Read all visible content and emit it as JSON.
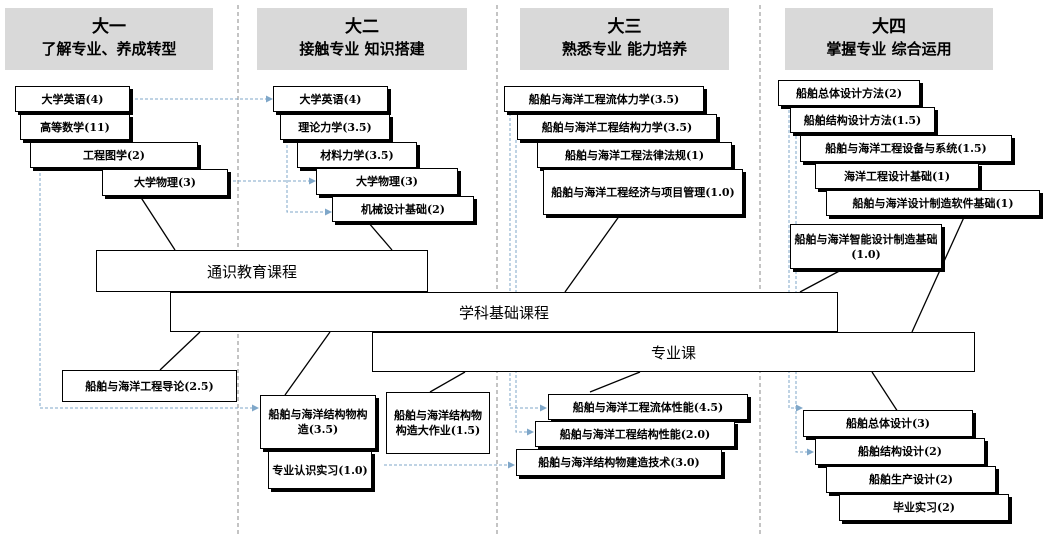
{
  "years": [
    {
      "year": "大一",
      "theme": "了解专业、养成转型"
    },
    {
      "year": "大二",
      "theme": "接触专业  知识搭建"
    },
    {
      "year": "大三",
      "theme": "熟悉专业  能力培养"
    },
    {
      "year": "大四",
      "theme": "掌握专业  综合运用"
    }
  ],
  "categories": {
    "general": "通识教育课程",
    "foundation": "学科基础课程",
    "major": "专业课"
  },
  "courses": {
    "y1_english": "大学英语(4)",
    "y1_math": "高等数学(11)",
    "y1_drawing": "工程图学(2)",
    "y1_physics": "大学物理(3)",
    "y1_intro": "船舶与海洋工程导论(2.5)",
    "y2_english": "大学英语(4)",
    "y2_theory_mech": "理论力学(3.5)",
    "y2_materials": "材料力学(3.5)",
    "y2_physics": "大学物理(3)",
    "y2_machine": "机械设计基础(2)",
    "y2_structure": "船舶与海洋结构物构造(3.5)",
    "y2_practice": "专业认识实习(1.0)",
    "y2_project": "船舶与海洋结构物构造大作业(1.5)",
    "y3_fluid": "船舶与海洋工程流体力学(3.5)",
    "y3_struct_mech": "船舶与海洋工程结构力学(3.5)",
    "y3_law": "船舶与海洋工程法律法规(1)",
    "y3_econ": "船舶与海洋工程经济与项目管理(1.0)",
    "y3_fluid_perf": "船舶与海洋工程流体性能(4.5)",
    "y3_struct_perf": "船舶与海洋工程结构性能(2.0)",
    "y3_build": "船舶与海洋结构物建造技术(3.0)",
    "y4_overall_method": "船舶总体设计方法(2)",
    "y4_struct_method": "船舶结构设计方法(1.5)",
    "y4_equipment": "船舶与海洋工程设备与系统(1.5)",
    "y4_design_basis": "海洋工程设计基础(1)",
    "y4_software": "船舶与海洋设计制造软件基础(1)",
    "y4_smart": "船舶与海洋智能设计制造基础(1.0)",
    "y4_overall": "船舶总体设计(3)",
    "y4_struct": "船舶结构设计(2)",
    "y4_production": "船舶生产设计(2)",
    "y4_thesis": "毕业实习(2)"
  },
  "colors": {
    "header_bg": "#d9d9d9",
    "dashed_arrow": "#7fa7c9",
    "divider": "#888888"
  }
}
